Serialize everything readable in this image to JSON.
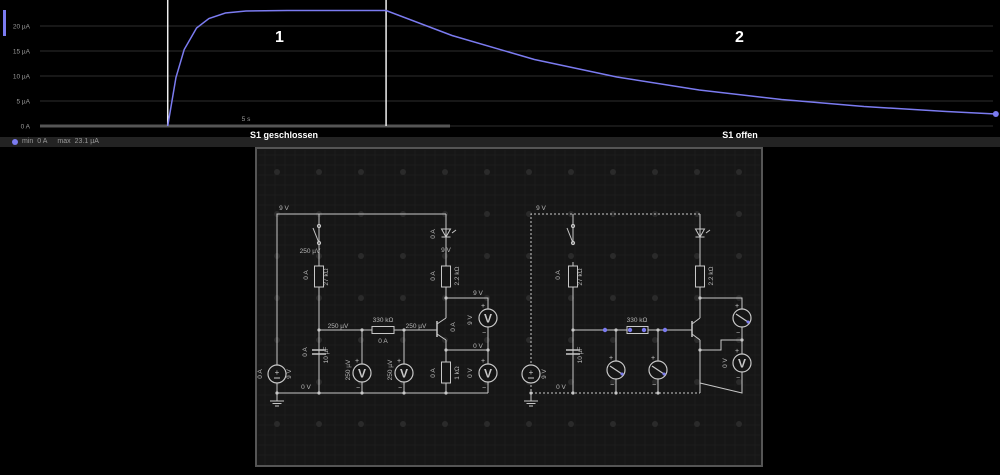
{
  "chart_data": {
    "type": "line",
    "title": "",
    "xlabel": "",
    "ylabel": "",
    "x_unit": "s",
    "y_unit": "µA",
    "ylim": [
      0,
      25
    ],
    "xlim": [
      0,
      23.2
    ],
    "grid": true,
    "y_ticks": [
      "0 A",
      "5 µA",
      "10 µA",
      "15 µA",
      "20 µA"
    ],
    "y_tick_values": [
      0,
      5,
      10,
      15,
      20
    ],
    "x_ticks": [
      "5 s"
    ],
    "x_tick_values": [
      5
    ],
    "series": [
      {
        "color": "#7b7bf0",
        "points": [
          [
            3.1,
            0
          ],
          [
            3.3,
            9.7
          ],
          [
            3.5,
            15.3
          ],
          [
            3.8,
            19.6
          ],
          [
            4.1,
            21.5
          ],
          [
            4.5,
            22.6
          ],
          [
            5.0,
            23.0
          ],
          [
            6.0,
            23.1
          ],
          [
            8.4,
            23.1
          ],
          [
            10,
            18.1
          ],
          [
            12,
            13.3
          ],
          [
            14,
            9.8
          ],
          [
            16,
            7.2
          ],
          [
            18,
            5.3
          ],
          [
            20,
            3.9
          ],
          [
            22,
            2.9
          ],
          [
            23.2,
            2.4
          ]
        ]
      }
    ],
    "markers": [
      {
        "x": 3.1,
        "number": "1",
        "label": "S1 geschlossen"
      },
      {
        "x": 8.4,
        "number": "2",
        "label": "S1 offen"
      }
    ],
    "legend": {
      "placement": "bottom-left",
      "min_label": "min",
      "min_value": "0 A",
      "max_label": "max",
      "max_value": "23.1 µA"
    }
  },
  "colors": {
    "background": "#000000",
    "trace": "#7b7bf0",
    "wire": "#c8c8c8",
    "current_arrow": "#8fd16a",
    "panel": "#161616"
  },
  "circuits": {
    "left": {
      "labels": [
        "9 V",
        "250 µV",
        "0 A",
        "27 kΩ",
        "250 µV",
        "330 kΩ",
        "0 A",
        "250 µV",
        "0 A",
        "10 µF",
        "0 V",
        "250 µV",
        "250 µV",
        "0 A",
        "9 V",
        "0 A",
        "2.2 kΩ",
        "9 V",
        "0 A",
        "9 V",
        "0 V",
        "0 A",
        "1 kΩ",
        "0 V",
        "0 A",
        "9 V"
      ]
    },
    "right": {
      "labels": [
        "9 V",
        "0 A",
        "27 kΩ",
        "330 kΩ",
        "10 µF",
        "0 V",
        "9 V",
        "2.2 kΩ",
        "0 V"
      ]
    }
  }
}
